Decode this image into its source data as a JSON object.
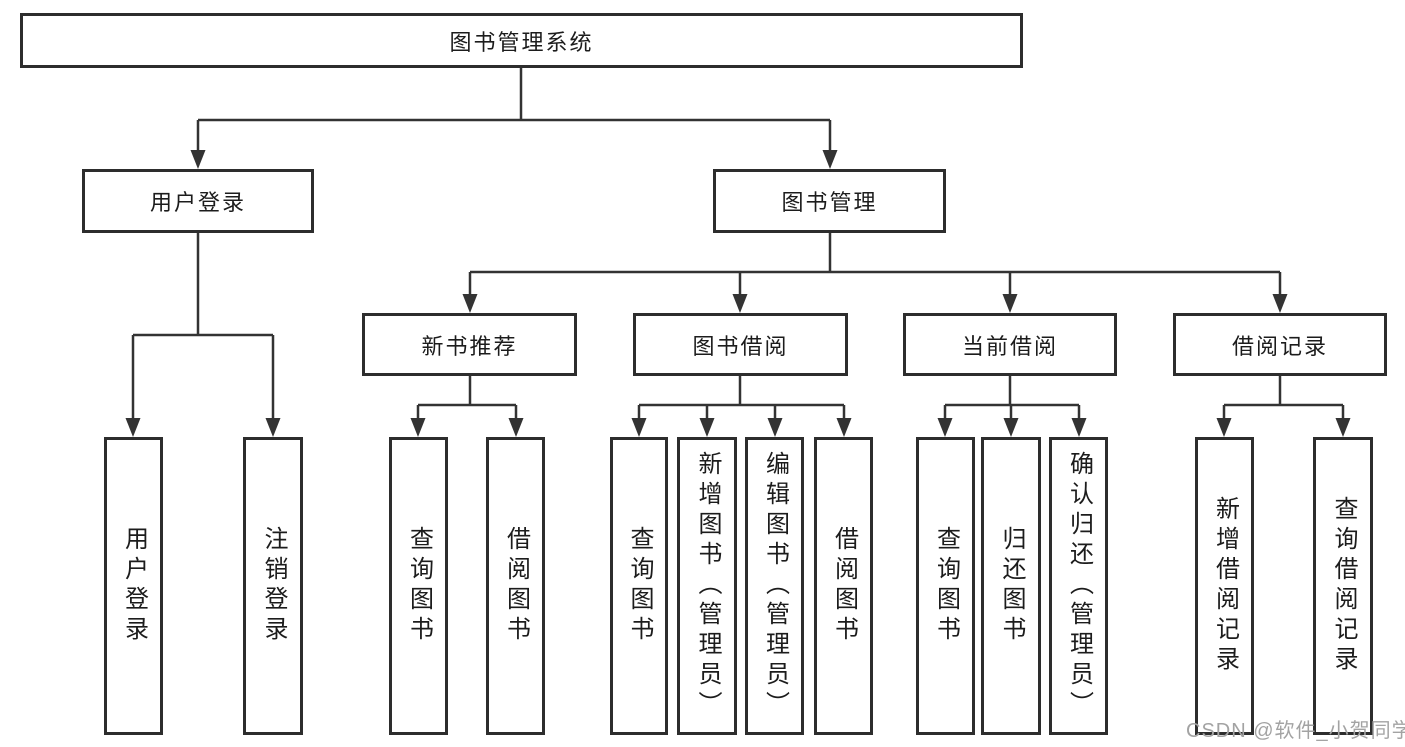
{
  "page": {
    "background": "#ffffff",
    "watermark": "CSDN @软件_小贺同学"
  },
  "colors": {
    "line": "#333333",
    "box_border": "#2d2d2d",
    "box_fill": "#ffffff",
    "text": "#1c1c1c",
    "watermark_text": "#a3a3a3"
  },
  "nodes": {
    "root": {
      "label": "图书管理系统"
    },
    "user_login": {
      "label": "用户登录"
    },
    "book_mgmt": {
      "label": "图书管理"
    },
    "new_book_rec": {
      "label": "新书推荐"
    },
    "book_borrow": {
      "label": "图书借阅"
    },
    "current_borrow": {
      "label": "当前借阅"
    },
    "borrow_records": {
      "label": "借阅记录"
    },
    "leaf_user_login": {
      "label": "用户登录"
    },
    "leaf_logout": {
      "label": "注销登录"
    },
    "leaf_nb_query": {
      "label": "查询图书"
    },
    "leaf_nb_borrow": {
      "label": "借阅图书"
    },
    "leaf_bb_query": {
      "label": "查询图书"
    },
    "leaf_bb_add": {
      "label": "新增图书（管理员）"
    },
    "leaf_bb_edit": {
      "label": "编辑图书（管理员）"
    },
    "leaf_bb_borrow": {
      "label": "借阅图书"
    },
    "leaf_cb_query": {
      "label": "查询图书"
    },
    "leaf_cb_return": {
      "label": "归还图书"
    },
    "leaf_cb_confirm": {
      "label": "确认归还（管理员）"
    },
    "leaf_br_add": {
      "label": "新增借阅记录"
    },
    "leaf_br_query": {
      "label": "查询借阅记录"
    }
  },
  "hierarchy": {
    "root": [
      "user_login",
      "book_mgmt"
    ],
    "user_login": [
      "leaf_user_login",
      "leaf_logout"
    ],
    "book_mgmt": [
      "new_book_rec",
      "book_borrow",
      "current_borrow",
      "borrow_records"
    ],
    "new_book_rec": [
      "leaf_nb_query",
      "leaf_nb_borrow"
    ],
    "book_borrow": [
      "leaf_bb_query",
      "leaf_bb_add",
      "leaf_bb_edit",
      "leaf_bb_borrow"
    ],
    "current_borrow": [
      "leaf_cb_query",
      "leaf_cb_return",
      "leaf_cb_confirm"
    ],
    "borrow_records": [
      "leaf_br_add",
      "leaf_br_query"
    ]
  }
}
